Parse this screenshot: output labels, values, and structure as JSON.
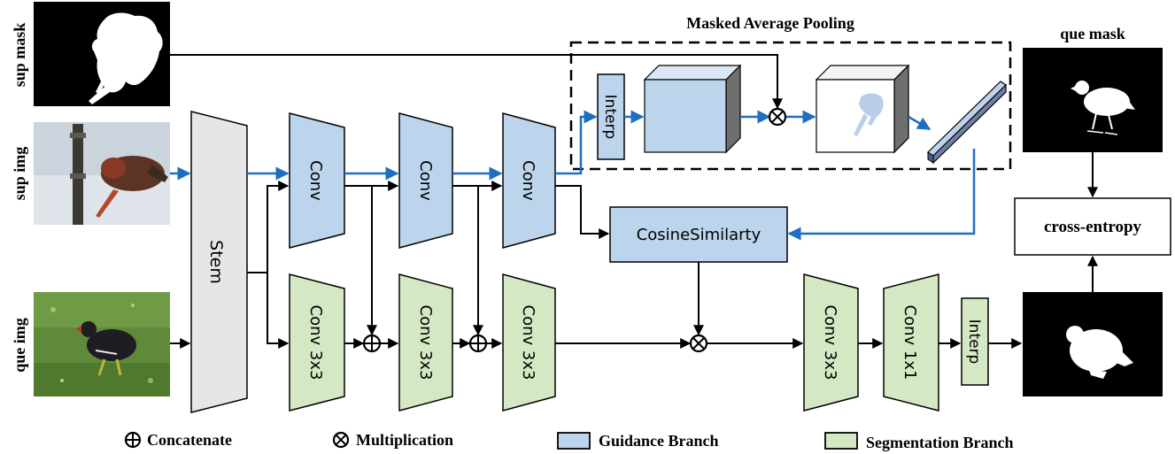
{
  "images": {
    "sup_mask_label": "sup mask",
    "sup_img_label": "sup img",
    "que_img_label": "que img",
    "que_mask_label": "que mask"
  },
  "blocks": {
    "stem": "Stem",
    "conv": "Conv",
    "conv3x3": "Conv 3x3",
    "conv1x1": "Conv 1x1",
    "interp": "Interp",
    "cosine": "CosineSimilarty",
    "cross_entropy": "cross-entropy"
  },
  "map_title": "Masked Average Pooling",
  "legend": {
    "concatenate": "Concatenate",
    "multiplication": "Multiplication",
    "guidance": "Guidance Branch",
    "segmentation": "Segmentation Branch"
  },
  "colors": {
    "guidance_fill": "#bcd4ec",
    "segmentation_fill": "#d4e8c4",
    "stem_fill": "#e6e6e6",
    "blue_arrow": "#1f6fc0",
    "black": "#000000"
  }
}
